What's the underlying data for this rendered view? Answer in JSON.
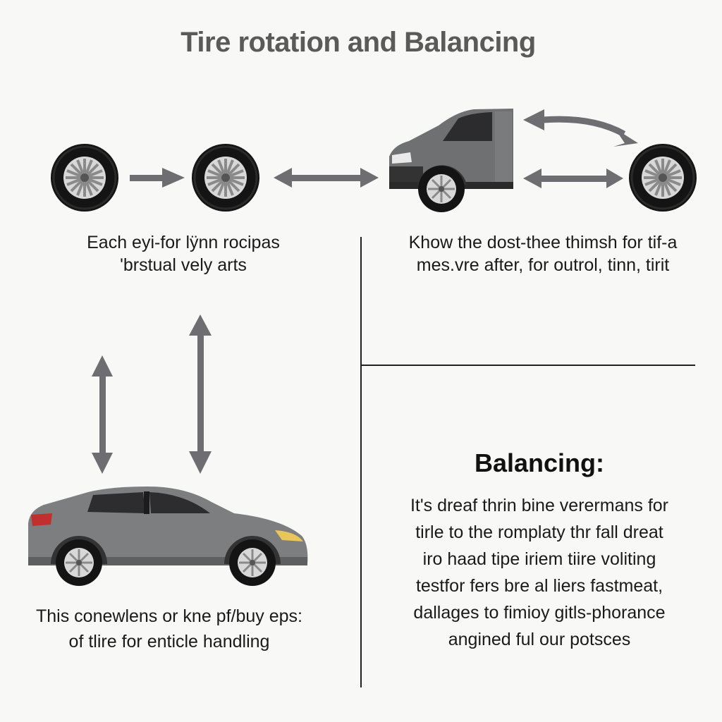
{
  "title": "Tire rotation and Balancing",
  "left_top_text": [
    "Each eyi-for lÿnn rocipas",
    "'brstual vely arts"
  ],
  "right_top_text": [
    "Khow the dost-thee thimsh for tif-a",
    "mes.vre after, for outrol, tinn, tirit"
  ],
  "left_bottom_text": [
    "This conewlens or kne pf/buy eps:",
    "of tlire for enticle handling"
  ],
  "balancing": {
    "heading": "Balancing:",
    "lines": [
      "It's dreaf thrin bine vеrermans for",
      "tirle to the romplaty thr fall dreat",
      "iro haad tipe iriem tiire voliting",
      "testfor fers bre al liers fastmeat,",
      "dallages to fimioy gitls-phorance",
      "angined ful our potsces"
    ]
  },
  "colors": {
    "arrow": "#6e6e72",
    "tire": "#111111",
    "car_body": "#7d7e80",
    "van_body": "#6f7072"
  }
}
